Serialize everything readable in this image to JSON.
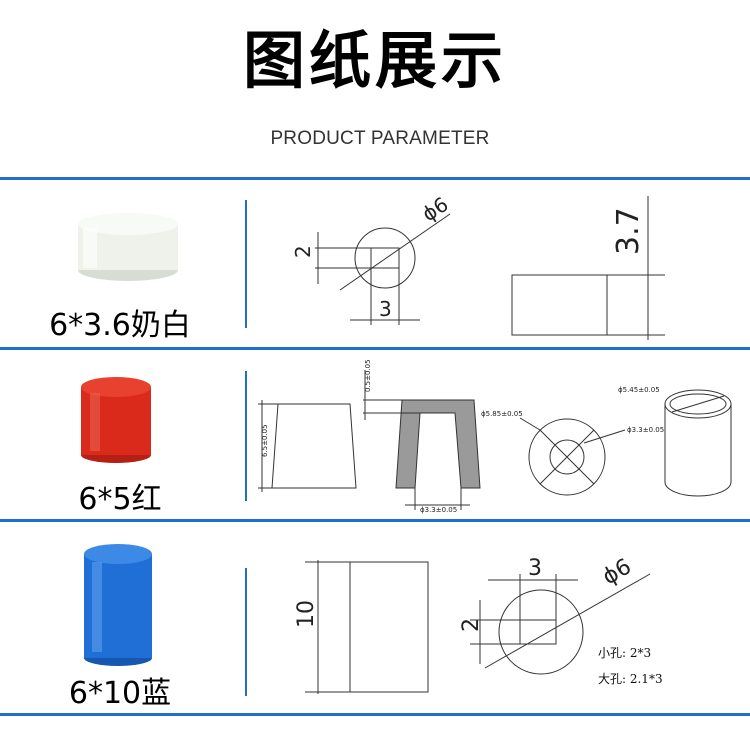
{
  "header": {
    "title": "图纸展示",
    "subtitle": "PRODUCT PARAMETER"
  },
  "rows": [
    {
      "label": "6*3.6奶白",
      "cap_color": "#eef2ea",
      "dims": {
        "diameter": "ϕ6",
        "slot_w": "3",
        "slot_h": "2",
        "height": "3.7"
      }
    },
    {
      "label": "6*5红",
      "cap_color": "#d92a1c",
      "dims": {
        "height": "6.5±0.05",
        "top": "0.5±0.05",
        "bottom": "ϕ3.3±0.05",
        "outer": "ϕ5.85±0.05",
        "inner": "ϕ3.3±0.05",
        "top_dia": "ϕ5.45±0.05"
      }
    },
    {
      "label": "6*10蓝",
      "cap_color": "#1f6fd6",
      "dims": {
        "height": "10",
        "slot_w": "3",
        "slot_h": "2",
        "diameter": "ϕ6",
        "small_hole": "小孔: 2*3",
        "large_hole": "大孔: 2.1*3"
      }
    }
  ]
}
